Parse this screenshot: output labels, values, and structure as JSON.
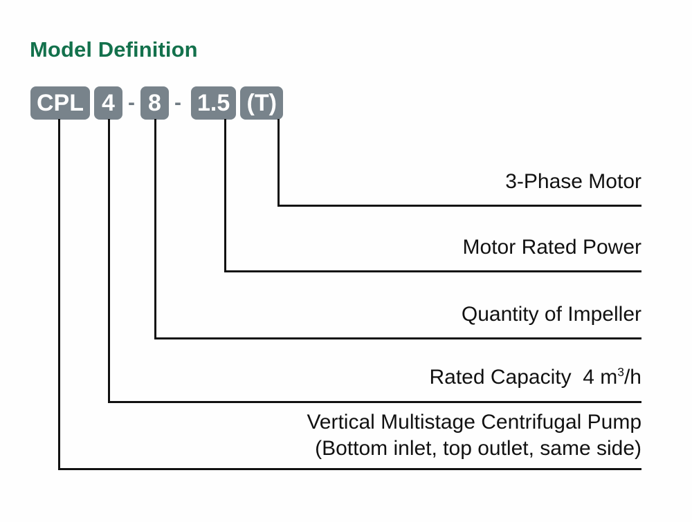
{
  "page": {
    "title": "Model Definition",
    "title_color": "#13714c",
    "background": "#ffffff",
    "badge_color": "#78838b",
    "badge_text_color": "#ffffff",
    "line_color": "#111111",
    "label_color": "#111111"
  },
  "model_code": {
    "full_code": "CPL 4-8-1.5 (T)",
    "segments": [
      {
        "id": "series",
        "text": "CPL"
      },
      {
        "id": "sep1",
        "text": "-"
      },
      {
        "id": "capacity",
        "text": "4"
      },
      {
        "id": "sep2",
        "text": "-"
      },
      {
        "id": "stages",
        "text": "8"
      },
      {
        "id": "power",
        "text": "1.5"
      },
      {
        "id": "phase",
        "text": "(T)"
      }
    ]
  },
  "callouts": [
    {
      "id": "phase",
      "source_segment": "(T)",
      "label": "3-Phase Motor"
    },
    {
      "id": "power",
      "source_segment": "1.5",
      "label": "Motor Rated Power"
    },
    {
      "id": "impeller",
      "source_segment": "8",
      "label": "Quantity of Impeller"
    },
    {
      "id": "capacity",
      "source_segment": "4",
      "label_prefix": "Rated Capacity",
      "label_value": "4 m",
      "label_superscript": "3",
      "label_suffix": "/h"
    },
    {
      "id": "pump",
      "source_segment": "CPL",
      "label_line1": "Vertical Multistage Centrifugal Pump",
      "label_line2": "(Bottom inlet, top outlet, same side)"
    }
  ]
}
